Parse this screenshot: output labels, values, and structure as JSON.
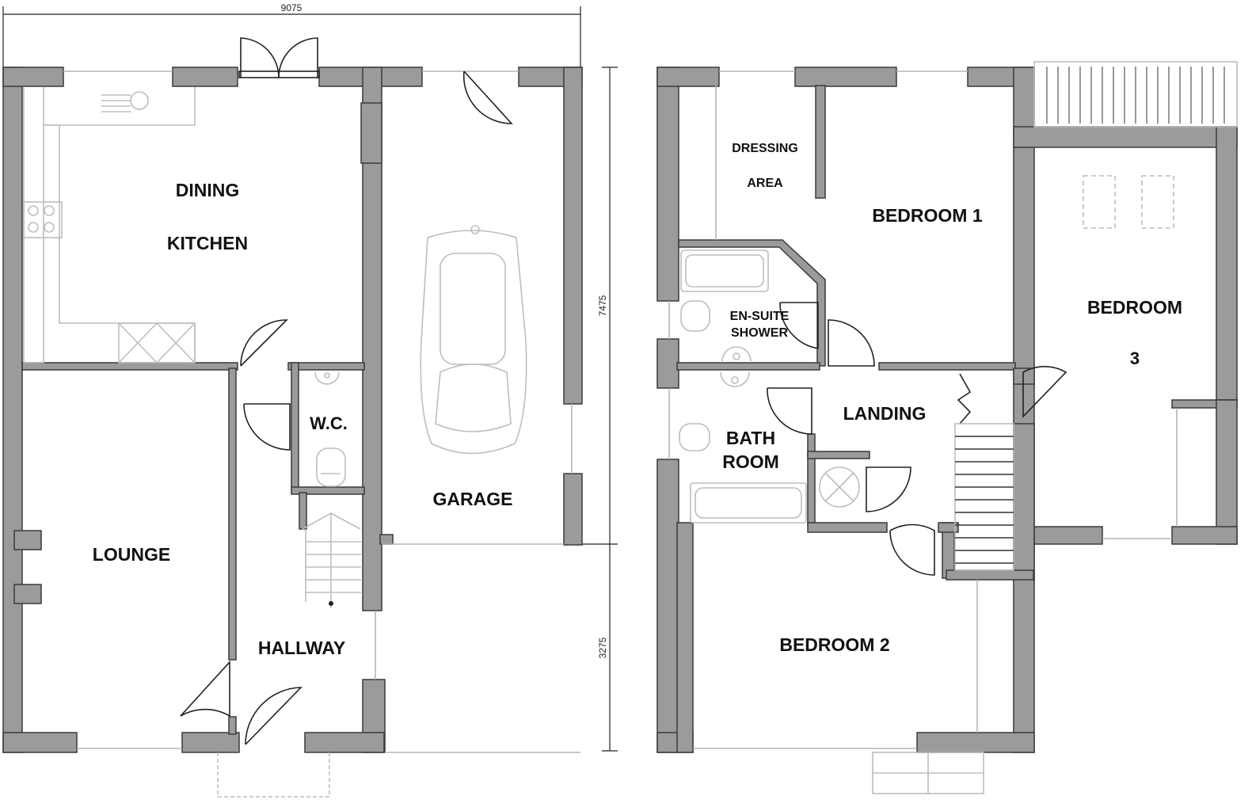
{
  "dimensions": {
    "overall_width": "9075",
    "overall_depth": "7475",
    "front_depth": "3275"
  },
  "ground_floor": {
    "dining": "DINING",
    "kitchen": "KITCHEN",
    "garage": "GARAGE",
    "wc": "W.C.",
    "lounge": "LOUNGE",
    "hallway": "HALLWAY"
  },
  "first_floor": {
    "dressing": "DRESSING",
    "area": "AREA",
    "bedroom1": "BEDROOM 1",
    "bedroom3_line1": "BEDROOM",
    "bedroom3_line2": "3",
    "ensuite_line1": "EN-SUITE",
    "ensuite_line2": "SHOWER",
    "landing": "LANDING",
    "bath_line1": "BATH",
    "bath_line2": "ROOM",
    "bedroom2": "BEDROOM 2"
  }
}
